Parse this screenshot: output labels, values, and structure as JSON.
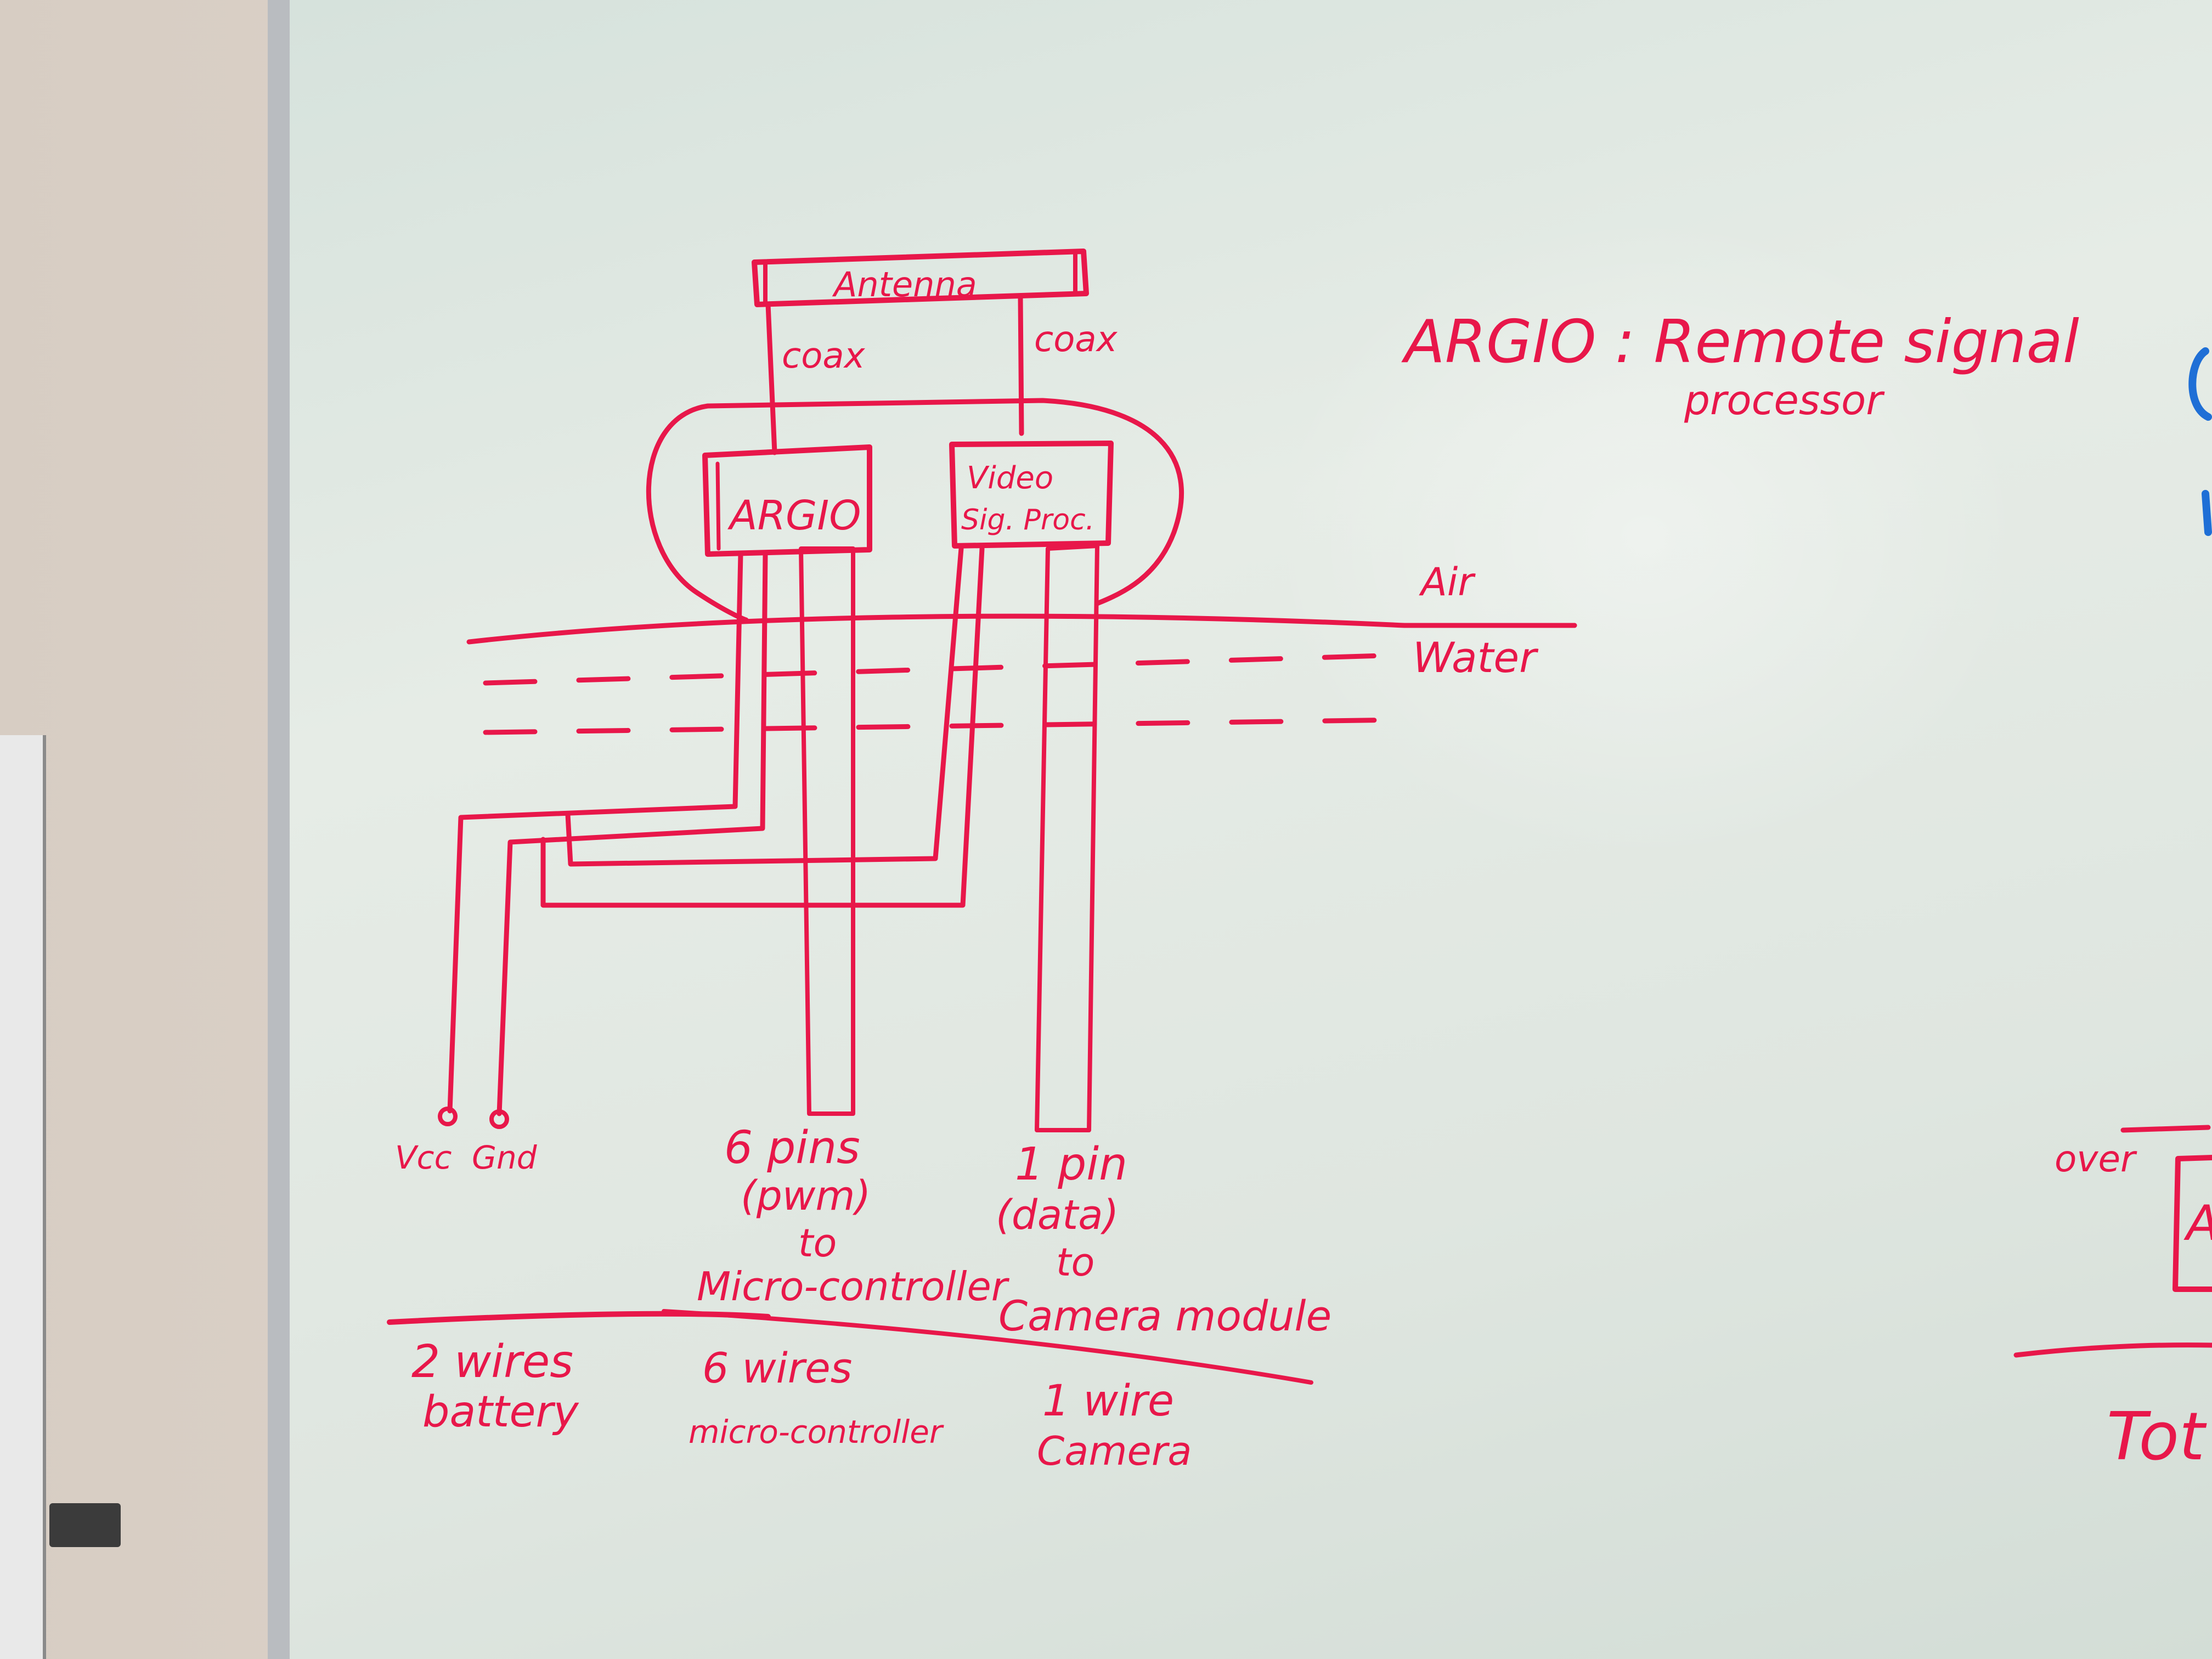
{
  "ink_color": "#e8174a",
  "box_labels": {
    "antenna": "Antenna",
    "argio": "ARGIO",
    "video_line1": "Video",
    "video_line2": "Sig. Proc."
  },
  "cable_labels": {
    "coax_left": "coax",
    "coax_right": "coax"
  },
  "legend": {
    "definition_line1": "ARGIO : Remote signal",
    "definition_line2": "processor"
  },
  "medium_labels": {
    "air": "Air",
    "water": "Water"
  },
  "pin_labels": {
    "vcc": "Vcc",
    "gnd": "Gnd",
    "pwm_line1": "6 pins",
    "pwm_line2": "(pwm)",
    "pwm_line3": "to",
    "pwm_line4": "Micro-controller",
    "data_line1": "1 pin",
    "data_line2": "(data)",
    "data_line3": "to",
    "data_line4": "Camera module"
  },
  "summary": {
    "battery_line1": "2 wires",
    "battery_line2": "battery",
    "micro_line1": "6 wires",
    "micro_line2": "micro-controller",
    "camera_line1": "1 wire",
    "camera_line2": "Camera"
  },
  "partial_right": {
    "over": "over",
    "box_letter": "A",
    "total_fragment": "Tot"
  }
}
